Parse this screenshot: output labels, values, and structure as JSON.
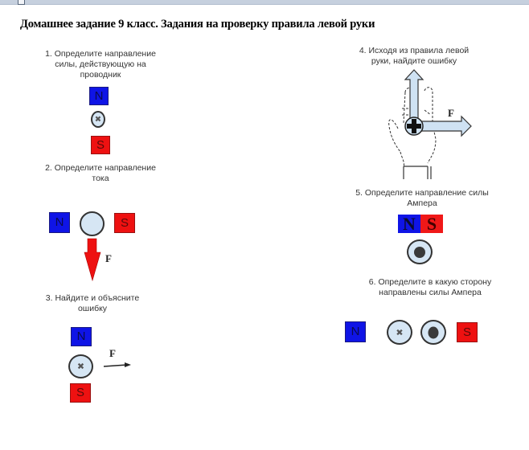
{
  "window": {
    "icon": "document-icon"
  },
  "document": {
    "title": "Домашнее задание 9 класс. Задания на проверку правила левой руки"
  },
  "tasks": [
    {
      "number": 1,
      "lines": [
        "1. Определите направление",
        "силы, действующую на",
        "проводник"
      ],
      "magnets": {
        "north": "N",
        "south": "S"
      },
      "conductor": "current-into-page"
    },
    {
      "number": 2,
      "lines": [
        "2. Определите направление",
        "тока"
      ],
      "magnets": {
        "north": "N",
        "south": "S"
      },
      "force_label": "F",
      "conductor": "unknown"
    },
    {
      "number": 3,
      "lines": [
        "3. Найдите и объясните",
        "ошибку"
      ],
      "magnets": {
        "north": "N",
        "south": "S"
      },
      "force_label": "F",
      "conductor": "current-into-page"
    },
    {
      "number": 4,
      "lines": [
        "4. Исходя из правила левой",
        "руки, найдите ошибку"
      ],
      "force_label": "F",
      "image": "left-hand-rule"
    },
    {
      "number": 5,
      "lines": [
        "5. Определите направление силы",
        "Ампера"
      ],
      "magnets": {
        "north": "N",
        "south": "S"
      },
      "conductor": "current-out-of-page"
    },
    {
      "number": 6,
      "lines": [
        "6. Определите в какую сторону",
        "направлены силы Ампера"
      ],
      "magnets": {
        "north": "N",
        "south": "S"
      },
      "conductors": [
        "current-into-page",
        "current-out-of-page"
      ]
    }
  ],
  "colors": {
    "north": "#0f14e6",
    "south": "#ee1111",
    "conductor_fill": "#d6e6f4",
    "arrow_red": "#ee1111",
    "hand_arrow": "#cfe2f3"
  }
}
